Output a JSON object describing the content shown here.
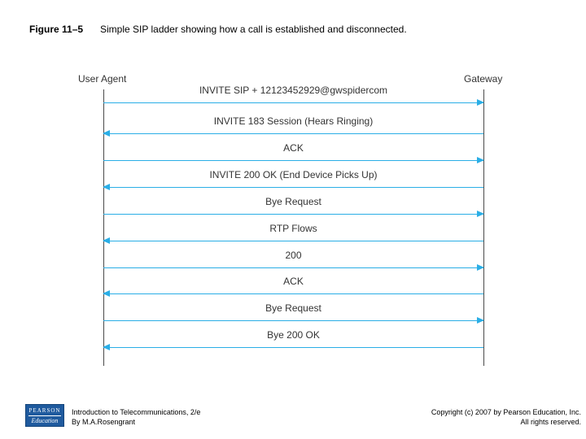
{
  "figure": {
    "label": "Figure 11–5",
    "caption": "Simple SIP ladder showing how a call is established and disconnected."
  },
  "actors": {
    "left": "User Agent",
    "right": "Gateway"
  },
  "messages": [
    {
      "label": "INVITE SIP + 12123452929@gwspidercom",
      "direction": "right"
    },
    {
      "label": "INVITE 183 Session (Hears Ringing)",
      "direction": "left"
    },
    {
      "label": "ACK",
      "direction": "right"
    },
    {
      "label": "INVITE 200 OK (End Device Picks Up)",
      "direction": "left"
    },
    {
      "label": "Bye Request",
      "direction": "right"
    },
    {
      "label": "RTP Flows",
      "direction": "left"
    },
    {
      "label": "200",
      "direction": "right"
    },
    {
      "label": "ACK",
      "direction": "left"
    },
    {
      "label": "Bye Request",
      "direction": "right"
    },
    {
      "label": "Bye 200 OK",
      "direction": "left"
    }
  ],
  "colors": {
    "message_line": "#2aaee6",
    "logo_background": "#1f5a9e"
  },
  "footer": {
    "logo_top": "PEARSON",
    "logo_bottom": "Education",
    "book_title": "Introduction to Telecommunications, 2/e",
    "author": "By M.A.Rosengrant",
    "copyright": "Copyright (c) 2007 by Pearson Education, Inc.",
    "rights": "All rights reserved."
  }
}
